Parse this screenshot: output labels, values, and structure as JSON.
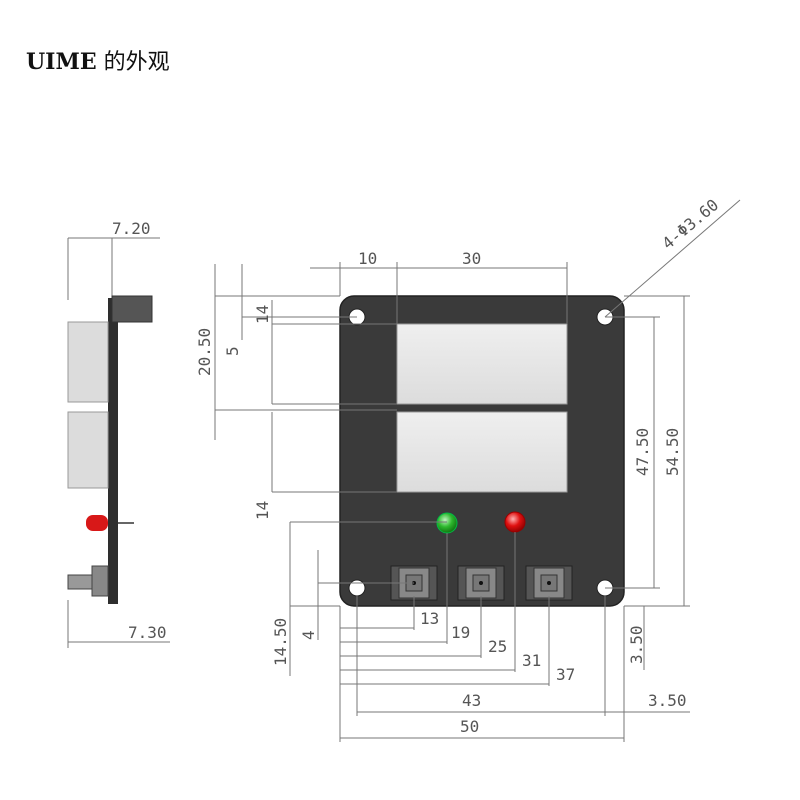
{
  "title": {
    "bold": "UIME",
    "rest": " 的外观"
  },
  "side_view": {
    "dims": {
      "top_thickness": "7.20",
      "bottom_thickness": "7.30"
    }
  },
  "front_view": {
    "dims": {
      "hole_callout": "4-Φ3.60",
      "left_margin": "10",
      "window_width": "30",
      "window1_top": "20.50",
      "window_height_top": "14",
      "window_height_bottom": "14",
      "hole_offset_top": "5",
      "hole_spacing_v": "47.50",
      "board_height": "54.50",
      "button_row_y": "14.50",
      "hole_offset_bottom": "4",
      "hole_offset_right_v": "3.50",
      "x_13": "13",
      "x_19": "19",
      "x_25": "25",
      "x_31": "31",
      "x_37": "37",
      "hole_spacing_h": "43",
      "hole_offset_right_h": "3.50",
      "board_width": "50"
    },
    "colors": {
      "board": "#3a3a3a",
      "window": "#e6e6e6",
      "led_green": "#2db82d",
      "led_red": "#e01010"
    }
  }
}
